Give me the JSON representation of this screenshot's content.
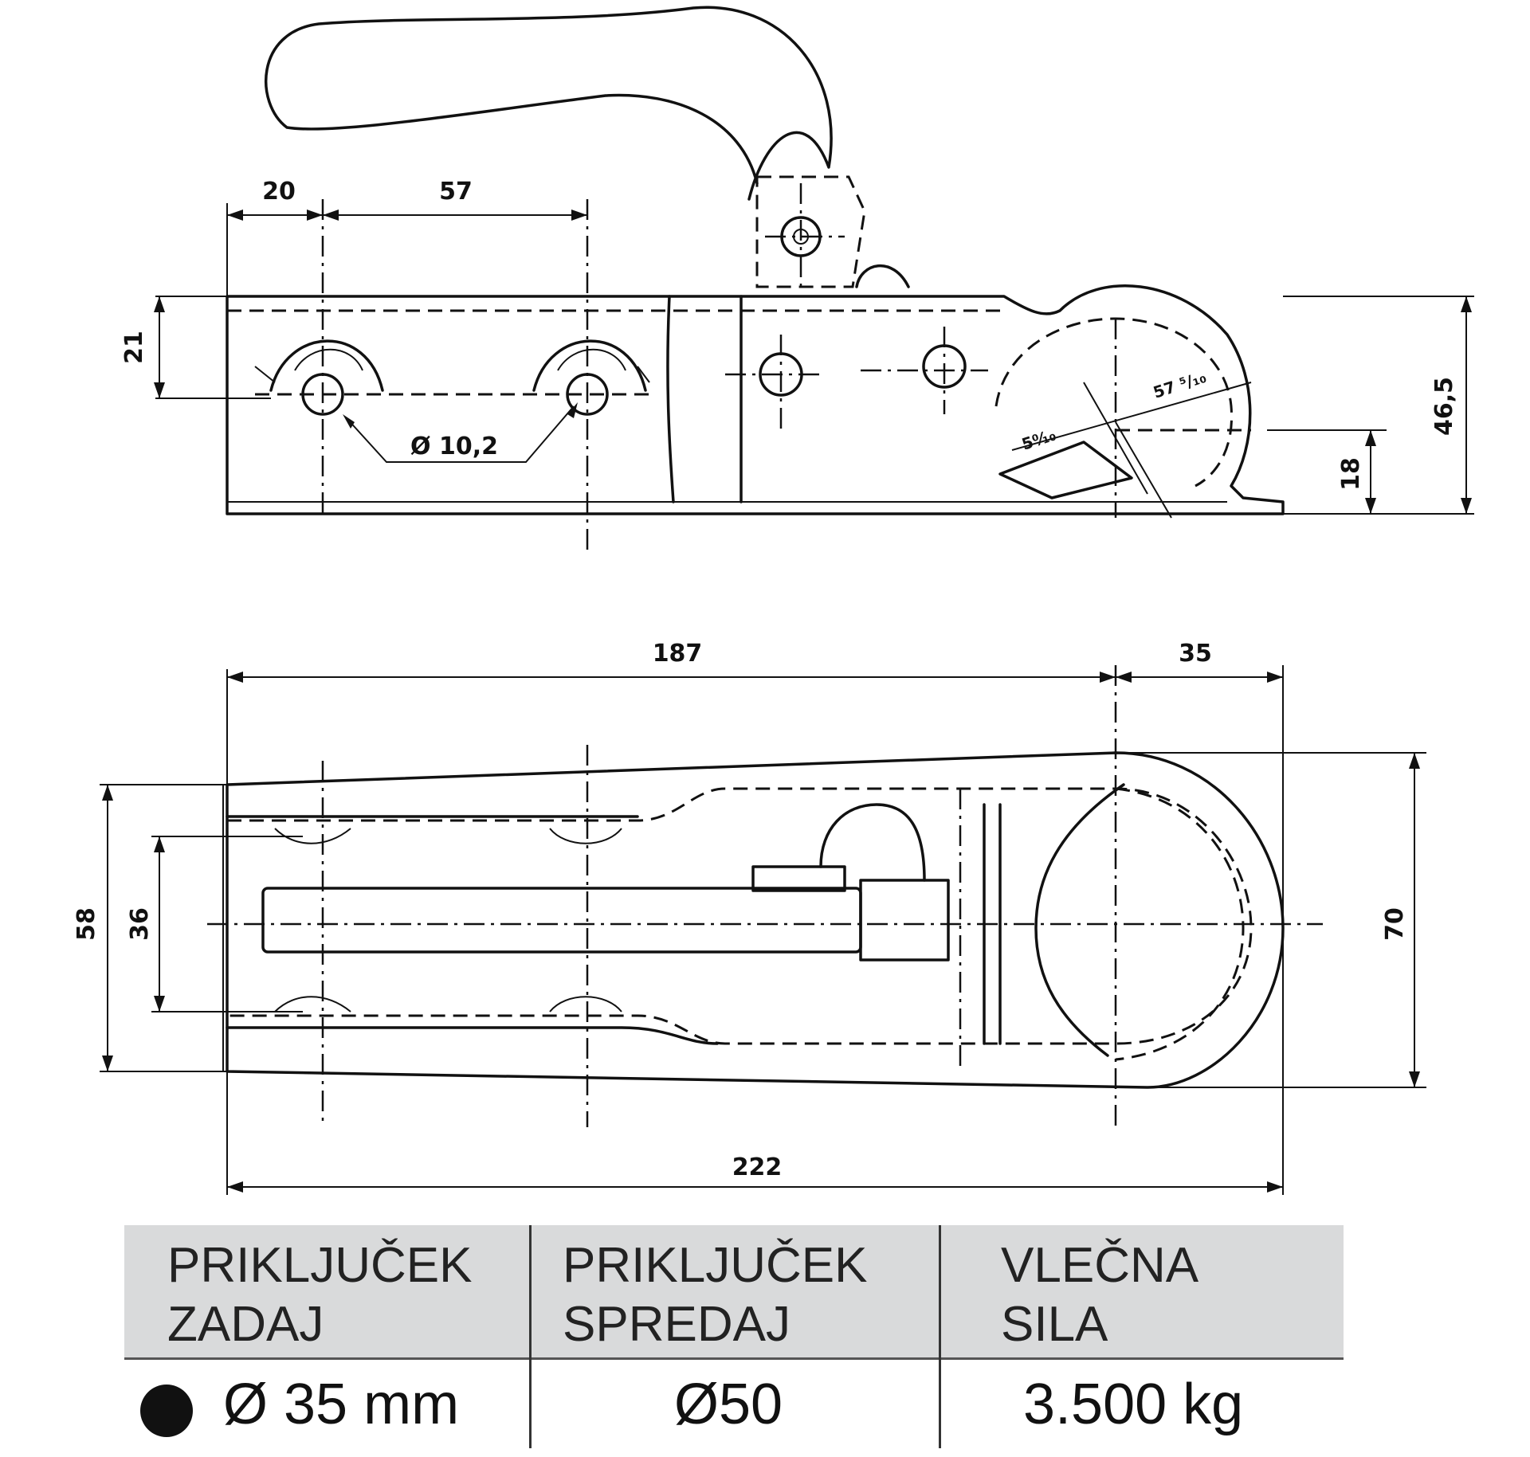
{
  "drawing": {
    "side_view": {
      "dim_left_offset": "20",
      "dim_hole_spacing": "57",
      "dim_hole_height": "21",
      "dim_hole_diameter": "Ø 10,2",
      "dim_total_height": "46,5",
      "dim_ball_height": "18",
      "dim_angle_1": "57 ⁵/₁₀",
      "dim_angle_2": "5⁰⁄₁₀"
    },
    "top_view": {
      "dim_length_to_ball": "187",
      "dim_ball_offset": "35",
      "dim_total_length": "222",
      "dim_outer_width": "58",
      "dim_inner_width": "36",
      "dim_head_width": "70"
    }
  },
  "spec_table": {
    "headers": [
      [
        "PRIKLJUČEK",
        "ZADAJ"
      ],
      [
        "PRIKLJUČEK",
        "SPREDAJ"
      ],
      [
        "VLEČNA",
        "SILA"
      ]
    ],
    "values": [
      "Ø 35 mm",
      "Ø50",
      "3.500 kg"
    ]
  }
}
